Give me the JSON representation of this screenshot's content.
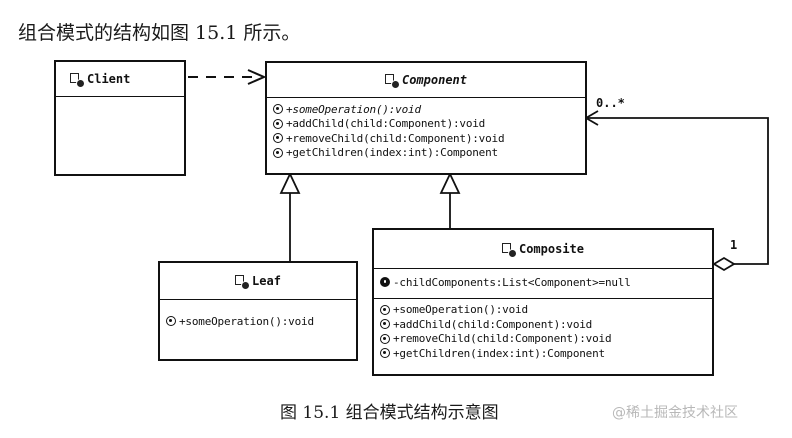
{
  "intro": "组合模式的结构如图 15.1 所示。",
  "caption": "图 15.1    组合模式结构示意图",
  "watermark": "@稀土掘金技术社区",
  "classes": {
    "client": {
      "name": "Client"
    },
    "component": {
      "name": "Component",
      "methods": [
        "+someOperation():void",
        "+addChild(child:Component):void",
        "+removeChild(child:Component):void",
        "+getChildren(index:int):Component"
      ]
    },
    "leaf": {
      "name": "Leaf",
      "methods": [
        "+someOperation():void"
      ]
    },
    "composite": {
      "name": "Composite",
      "attributes": [
        "-childComponents:List<Component>=null"
      ],
      "methods": [
        "+someOperation():void",
        "+addChild(child:Component):void",
        "+removeChild(child:Component):void",
        "+getChildren(index:int):Component"
      ]
    }
  },
  "multiplicity": {
    "many": "0..*",
    "one": "1"
  }
}
